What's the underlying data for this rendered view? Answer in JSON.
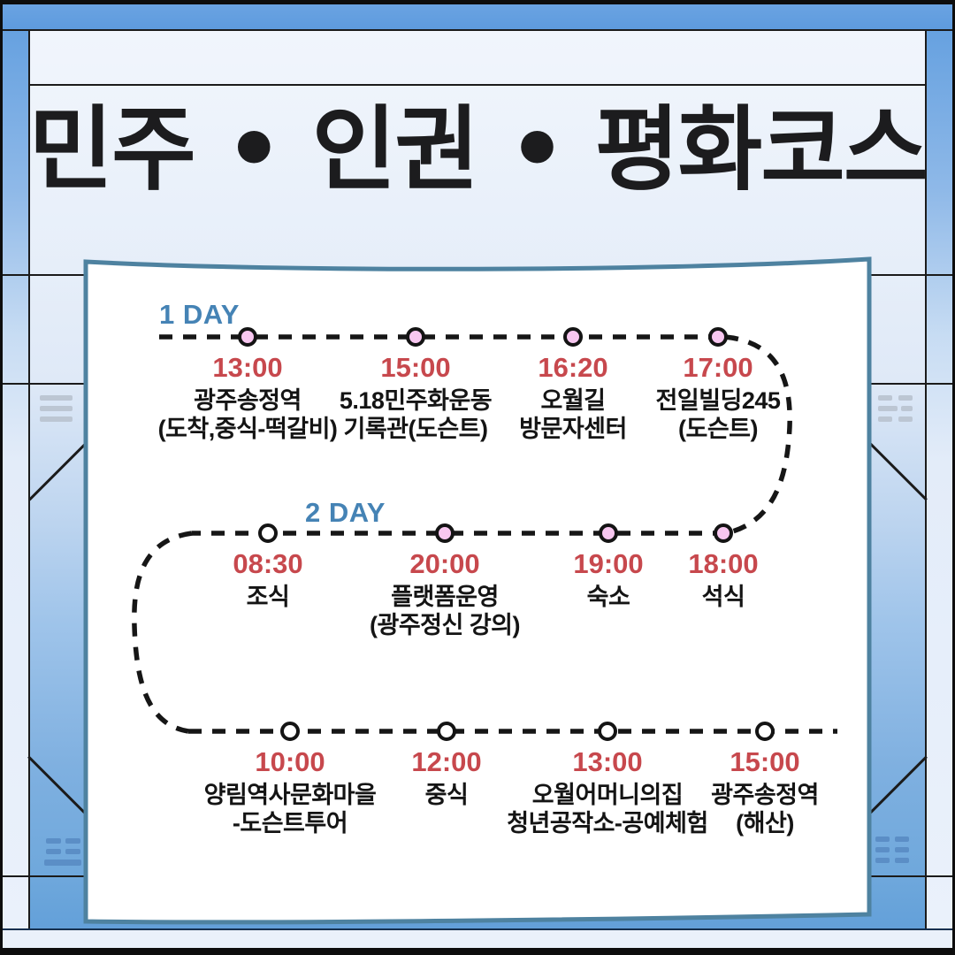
{
  "title": "민주 • 인권 • 평화코스",
  "colors": {
    "frame_blue": "#64A0DF",
    "panel_blue": "#6FA8DC",
    "paper_border_teal": "#4E82A0",
    "accent_day_blue": "#4583B5",
    "time_red": "#C7484D",
    "dot_pink": "#F8C7F0",
    "dot_white": "#FFFFFF",
    "line_black": "#1B1B1B"
  },
  "timeline": {
    "rows": [
      {
        "day_label": "1 DAY",
        "stops": [
          {
            "time": "13:00",
            "lines": [
              "광주송정역",
              "(도착,중식-떡갈비)"
            ],
            "dot": "pink"
          },
          {
            "time": "15:00",
            "lines": [
              "5.18민주화운동",
              "기록관(도슨트)"
            ],
            "dot": "pink"
          },
          {
            "time": "16:20",
            "lines": [
              "오월길",
              "방문자센터"
            ],
            "dot": "pink"
          },
          {
            "time": "17:00",
            "lines": [
              "전일빌딩245",
              "(도슨트)"
            ],
            "dot": "pink"
          }
        ]
      },
      {
        "day_label": "2 DAY",
        "stops": [
          {
            "time": "08:30",
            "lines": [
              "조식"
            ],
            "dot": "white"
          },
          {
            "time": "20:00",
            "lines": [
              "플랫폼운영",
              "(광주정신 강의)"
            ],
            "dot": "pink"
          },
          {
            "time": "19:00",
            "lines": [
              "숙소"
            ],
            "dot": "pink"
          },
          {
            "time": "18:00",
            "lines": [
              "석식"
            ],
            "dot": "pink"
          }
        ]
      },
      {
        "day_label": "",
        "stops": [
          {
            "time": "10:00",
            "lines": [
              "양림역사문화마을",
              "-도슨트투어"
            ],
            "dot": "white"
          },
          {
            "time": "12:00",
            "lines": [
              "중식"
            ],
            "dot": "white"
          },
          {
            "time": "13:00",
            "lines": [
              "오월어머니의집",
              "청년공작소-공예체험"
            ],
            "dot": "white"
          },
          {
            "time": "15:00",
            "lines": [
              "광주송정역",
              "(해산)"
            ],
            "dot": "white"
          }
        ]
      }
    ]
  }
}
